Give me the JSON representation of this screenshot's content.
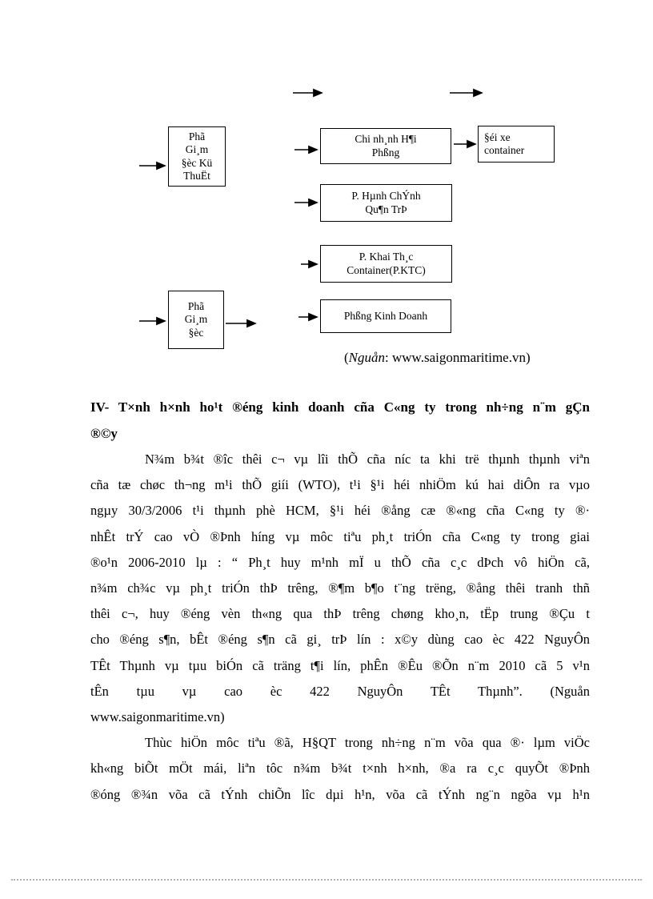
{
  "diagram": {
    "boxes": {
      "deputy_technical": {
        "l1": "Phã",
        "l2": "Gi¸m",
        "l3": "§èc Kü",
        "l4": "ThuËt"
      },
      "branch_haiphong": {
        "l1": "Chi nh¸nh H¶i",
        "l2": "Phßng"
      },
      "truck_team": {
        "l1": "§éi xe",
        "l2": "container"
      },
      "admin_office": {
        "l1": "P. Hµnh ChÝnh",
        "l2": "Qu¶n TrÞ"
      },
      "ktc_office": {
        "l1": "P. Khai Th¸c",
        "l2": "Container(P.KTC)"
      },
      "deputy_director": {
        "l1": "Phã",
        "l2": "Gi¸m",
        "l3": "§èc"
      },
      "business_office": {
        "l1": "Phßng Kinh Doanh"
      }
    },
    "caption": {
      "open": "(",
      "source_label": "Nguån",
      "rest": ": www.saigonmaritime.vn)"
    }
  },
  "heading": {
    "line1": "IV- T×nh h×nh ho¹t ®éng kinh doanh cña C«ng ty trong nh÷ng n¨m gÇn",
    "line2": "®©y"
  },
  "paragraph1": {
    "lines": [
      "N¾m b¾t ®îc thêi c¬ vµ lîi thÕ cña níc ta khi trë thµnh thµnh viªn",
      "cña tæ chøc th¬ng m¹i thÕ giíi (WTO), t¹i §¹i héi nhiÖm kú hai diÔn ra vµo",
      "ngµy 30/3/2006 t¹i thµnh phè HCM, §¹i héi ®ång cæ ®«ng cña C«ng ty ®·",
      "nhÊt trÝ cao vÒ ®Þnh híng vµ môc tiªu ph¸t triÓn cña C«ng ty trong giai",
      "®o¹n 2006-2010 lµ : “ Ph¸t huy m¹nh mÏ u thÕ cña c¸c dÞch vô hiÖn cã,",
      "n¾m ch¾c vµ ph¸t triÓn thÞ trêng, ®¶m b¶o t¨ng trëng, ®ång thêi tranh thñ",
      "thêi c¬, huy ®éng vèn th«ng qua thÞ trêng chøng kho¸n, tËp trung ®Çu t",
      "cho ®éng s¶n, bÊt ®éng s¶n cã gi¸ trÞ lín : x©y dùng cao èc 422 NguyÔn",
      "TÊt Thµnh vµ tµu biÓn cã träng t¶i lín, phÊn ®Êu ®Õn n¨m 2010 cã 5 v¹n",
      "tÊn tµu vµ cao èc 422 NguyÔn TÊt Thµnh”. (Nguån",
      "www.saigonmaritime.vn)"
    ]
  },
  "paragraph2": {
    "lines": [
      "Thùc hiÖn môc tiªu ®ã, H§QT trong nh÷ng n¨m võa qua ®· lµm viÖc",
      "kh«ng biÕt mÖt mái, liªn tôc n¾m b¾t t×nh h×nh, ®a ra c¸c quyÕt ®Þnh",
      "®óng ®¾n võa cã tÝnh chiÕn lîc dµi h¹n, võa cã tÝnh ng¨n ngõa vµ h¹n"
    ]
  }
}
